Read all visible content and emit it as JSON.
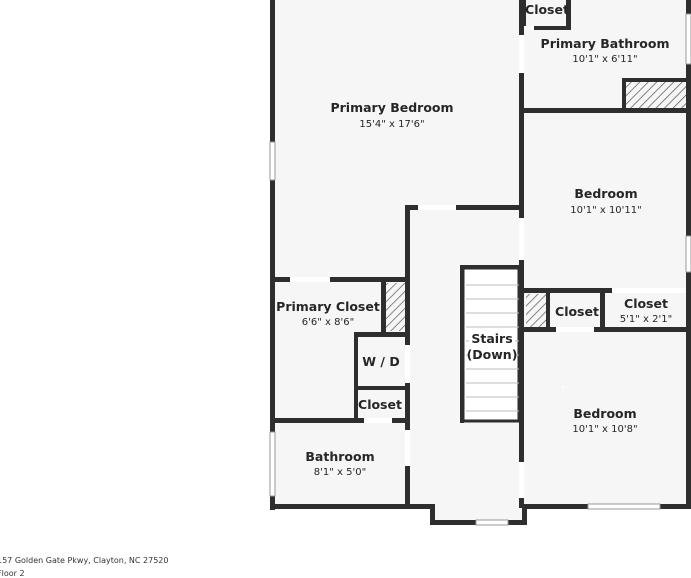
{
  "rooms": [
    {
      "id": "primary-bedroom",
      "label": "Primary Bedroom",
      "dims": "15'4\" x 17'6\""
    },
    {
      "id": "primary-bathroom",
      "label": "Primary Bathroom",
      "dims": "10'1\" x 6'11\""
    },
    {
      "id": "bedroom-1",
      "label": "Bedroom",
      "dims": "10'1\" x 10'11\""
    },
    {
      "id": "bedroom-2",
      "label": "Bedroom",
      "dims": "10'1\" x 10'8\""
    },
    {
      "id": "primary-closet",
      "label": "Primary Closet",
      "dims": "6'6\" x 8'6\""
    },
    {
      "id": "bathroom",
      "label": "Bathroom",
      "dims": "8'1\" x 5'0\""
    },
    {
      "id": "closet-top",
      "label": "Closet"
    },
    {
      "id": "closet-hall",
      "label": "Closet"
    },
    {
      "id": "closet-small",
      "label": "Closet"
    },
    {
      "id": "closet-wide",
      "label": "Closet",
      "dims": "5'1\" x 2'1\""
    },
    {
      "id": "laundry",
      "label": "W / D"
    },
    {
      "id": "stairs",
      "label": "Stairs",
      "sublabel": "(Down)"
    }
  ],
  "footer": {
    "address": "157 Golden Gate Pkwy, Clayton, NC 27520",
    "floor": "Floor 2"
  },
  "colors": {
    "wall": "#2e2e2e",
    "floor": "#f6f6f6",
    "background": "#ffffff"
  }
}
